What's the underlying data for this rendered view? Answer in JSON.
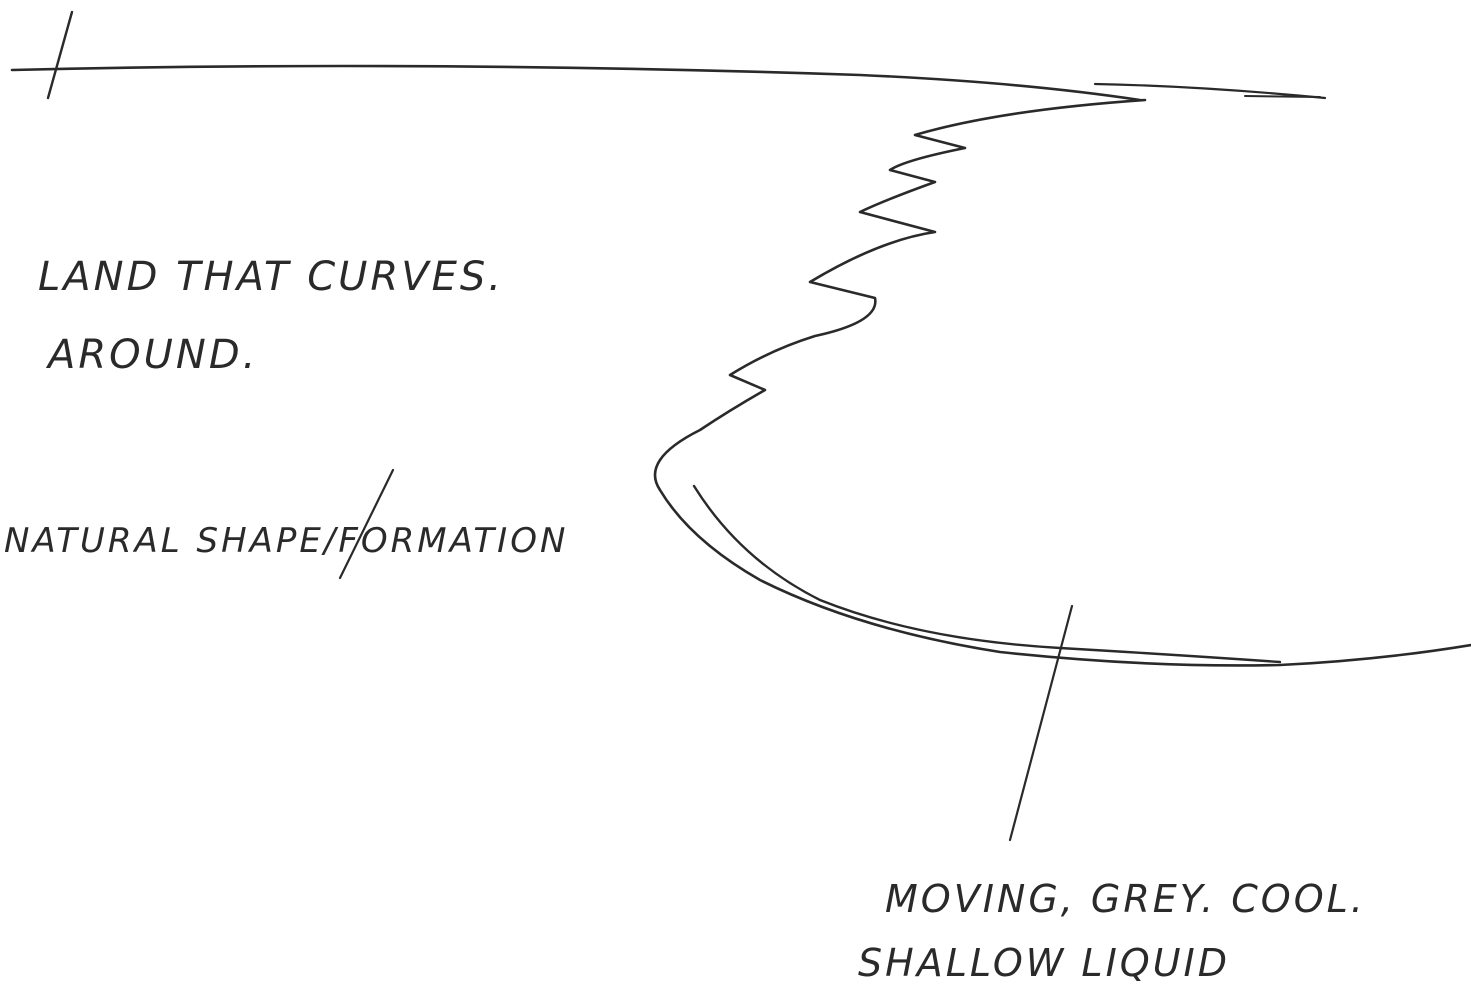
{
  "annotations": {
    "land_line1": "LAND THAT CURVES.",
    "land_line2": "AROUND.",
    "natural": "NATURAL SHAPE/FORMATION",
    "liquid_line1": "MOVING, GREY. COOL.",
    "liquid_line2": "SHALLOW LIQUID"
  },
  "colors": {
    "ink": "#2a2a2a",
    "paper": "#ffffff"
  }
}
